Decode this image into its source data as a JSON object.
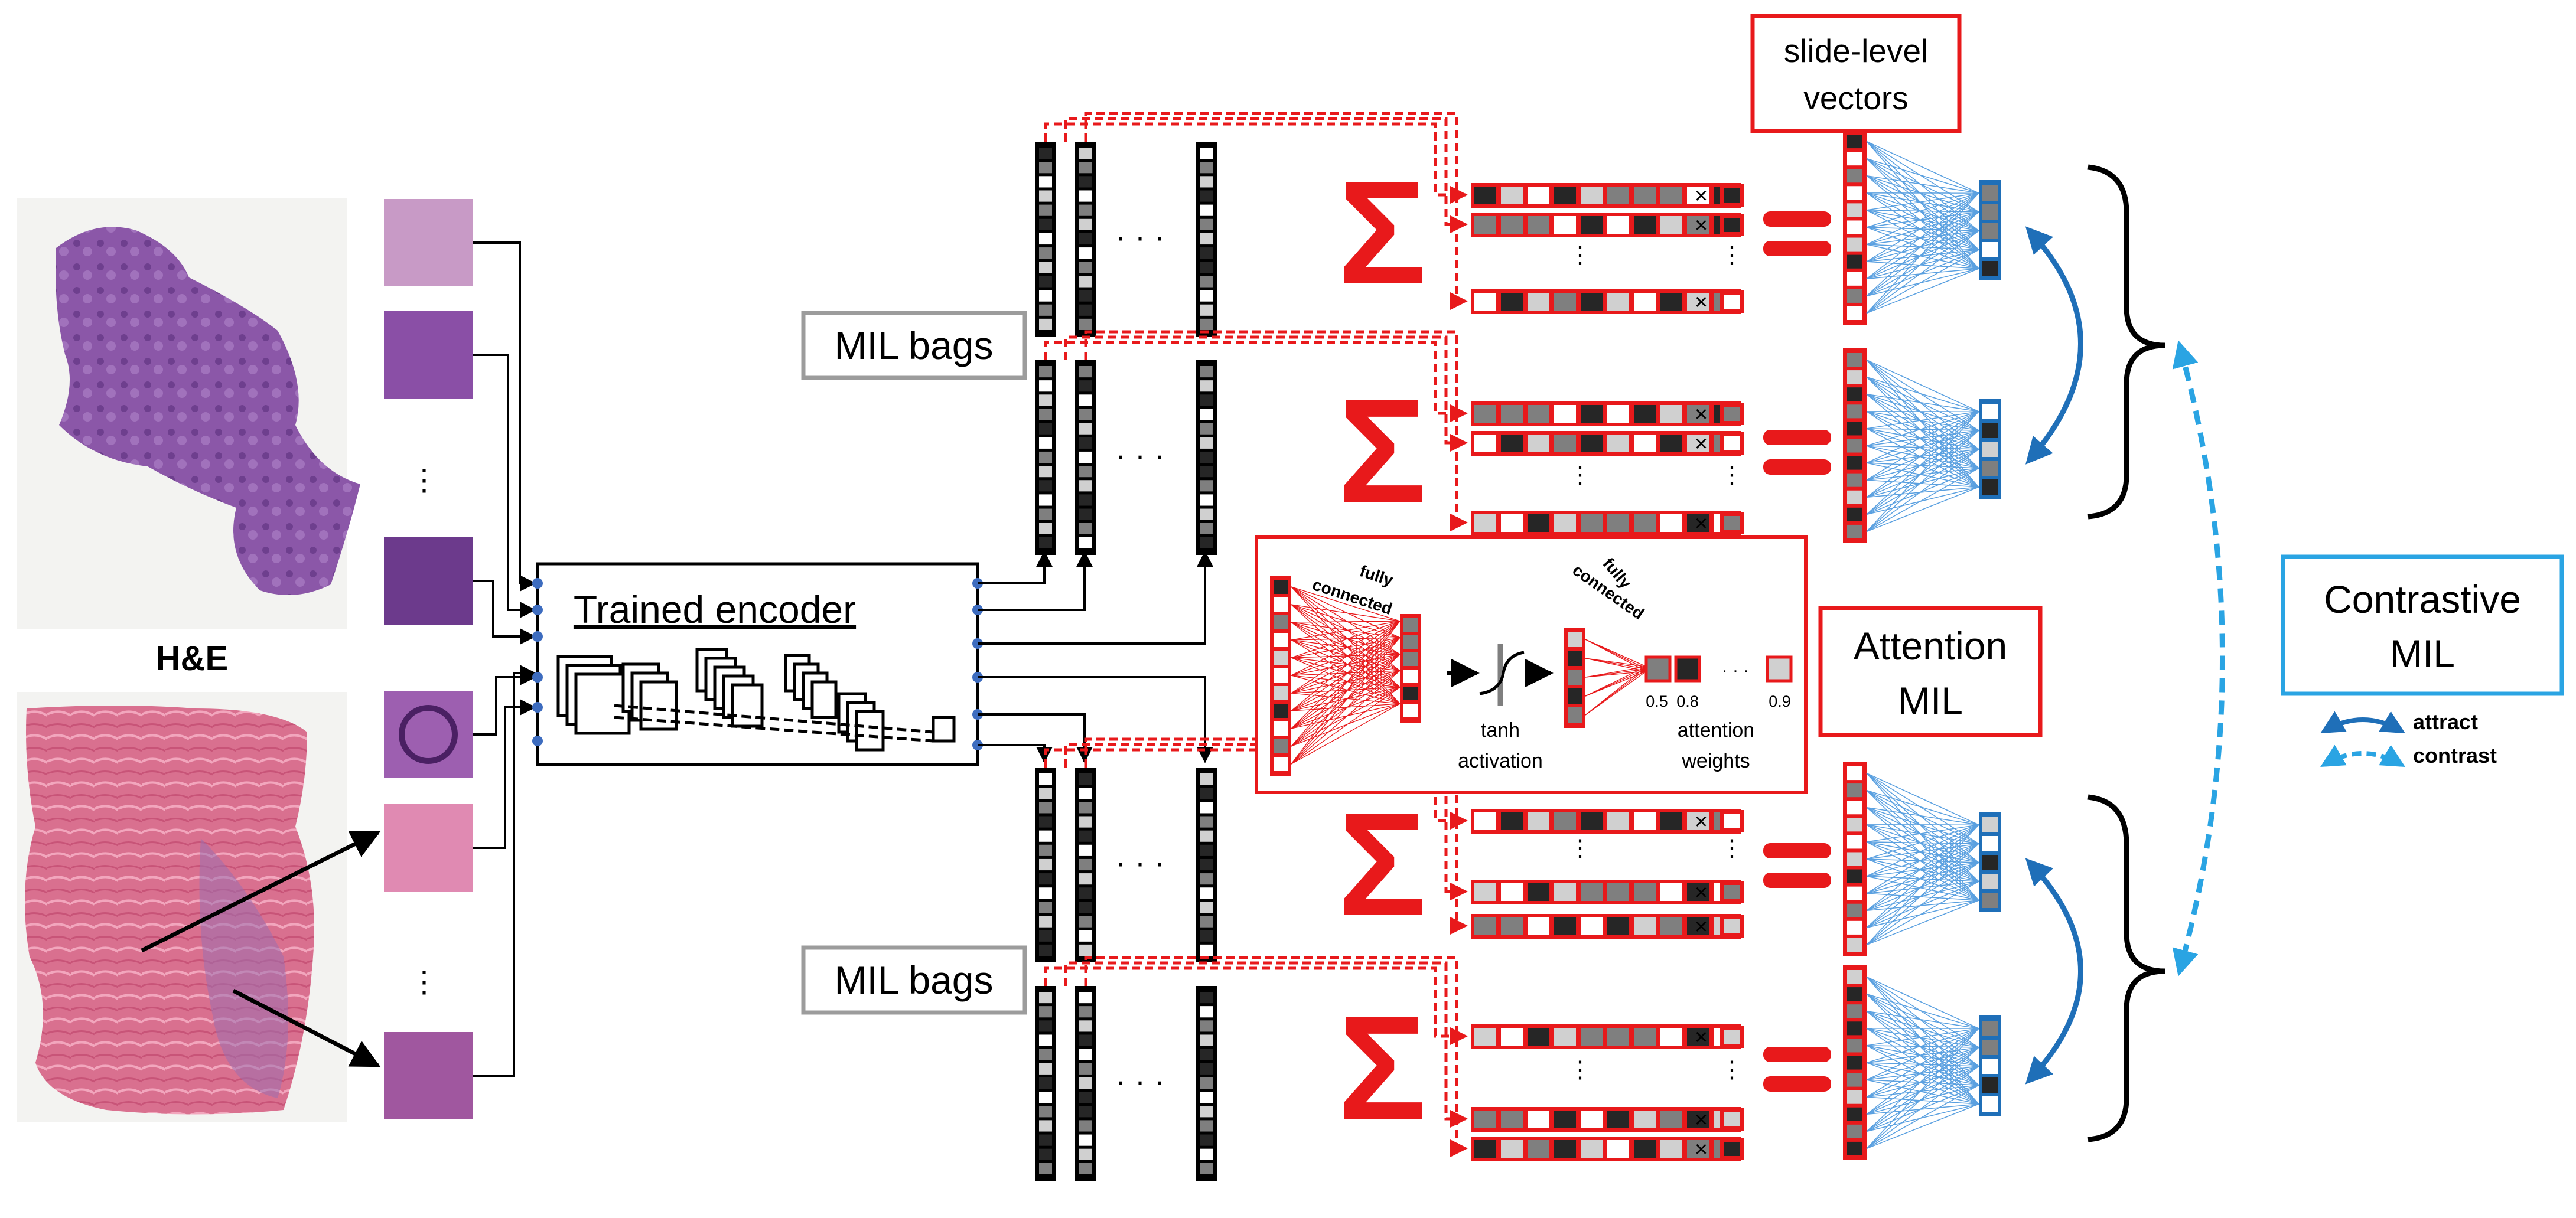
{
  "labels": {
    "he": "H&E",
    "encoder": "Trained encoder",
    "mil_bags_top": "MIL bags",
    "mil_bags_bottom": "MIL bags",
    "slide_level_1": "slide-level",
    "slide_level_2": "vectors",
    "attention_mil_1": "Attention",
    "attention_mil_2": "MIL",
    "contrastive_mil_1": "Contrastive",
    "contrastive_mil_2": "MIL",
    "fc1_1": "fully",
    "fc1_2": "connected",
    "fc2_1": "fully",
    "fc2_2": "connected",
    "tanh_1": "tanh",
    "tanh_2": "activation",
    "attn_1": "attention",
    "attn_2": "weights",
    "w1": "0.5",
    "w2": "0.8",
    "w3": "0.9",
    "ellipsis_h": "· · ·",
    "times": "×",
    "attract": "attract",
    "contrast": "contrast",
    "sigma": "Σ"
  },
  "colors": {
    "red": "#e8191b",
    "blue": "#1f6fb8",
    "light_blue": "#2aa4e3",
    "dark_cell": "#262626",
    "mid_cell": "#7f7f7f",
    "light_cell": "#d0d0d0",
    "white_cell": "#ffffff",
    "tissue_purple": "#8b57a8",
    "tissue_pink": "#d9708f"
  },
  "icons": [
    "he-slide-image-1",
    "he-slide-image-2",
    "tile-images",
    "encoder-conv-stack-icon",
    "tanh-activation-icon",
    "attract-arrow-icon",
    "contrast-arrow-icon"
  ]
}
